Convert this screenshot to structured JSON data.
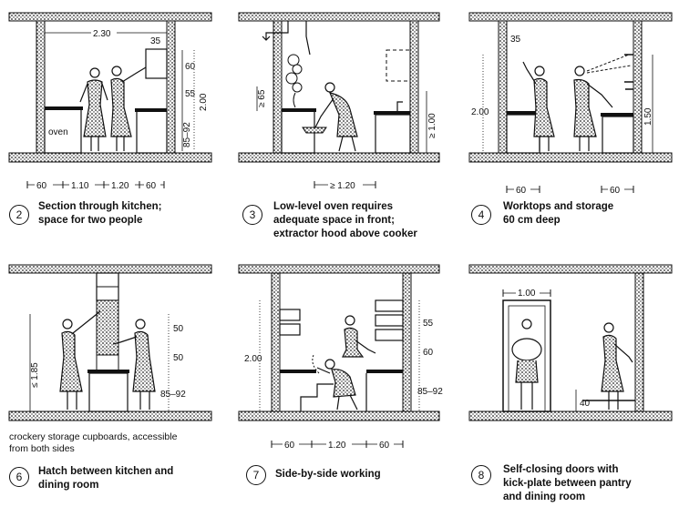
{
  "panels": [
    {
      "number": "2",
      "caption_lines": [
        "Section through kitchen;",
        "space for two people"
      ],
      "dims": {
        "width_top": "2.30",
        "upper": "35",
        "h1": "60",
        "h2": "55",
        "h3": "85–92",
        "total": "2.00",
        "label": "oven",
        "bottom": [
          "60",
          "1.10",
          "1.20",
          "60"
        ]
      }
    },
    {
      "number": "3",
      "caption_lines": [
        "Low-level oven requires",
        "adequate space in front;",
        "extractor hood above cooker"
      ],
      "dims": {
        "h": "≥ 65",
        "right": "≥ 1.00",
        "bottom": "≥ 1.20"
      }
    },
    {
      "number": "4",
      "caption_lines": [
        "Worktops and storage",
        "60 cm deep"
      ],
      "dims": {
        "upper": "35",
        "left": "2.00",
        "right": "1.50",
        "bottom_left": "60",
        "bottom_right": "60"
      }
    },
    {
      "number": "6",
      "caption_lines": [
        "Hatch between kitchen and",
        "dining room"
      ],
      "note_lines": [
        "crockery storage cupboards, accessible",
        "from both sides"
      ],
      "dims": {
        "left": "≤ 1.85",
        "h1": "50",
        "h2": "50",
        "h3": "85–92"
      }
    },
    {
      "number": "7",
      "caption_lines": [
        "Side-by-side working"
      ],
      "dims": {
        "left": "2.00",
        "h1": "55",
        "h2": "60",
        "h3": "85–92",
        "bottom": [
          "60",
          "1.20",
          "60"
        ]
      }
    },
    {
      "number": "8",
      "caption_lines": [
        "Self-closing doors with",
        "kick-plate between pantry",
        "and dining room"
      ],
      "dims": {
        "top": "1.00",
        "kick": "40"
      }
    }
  ]
}
